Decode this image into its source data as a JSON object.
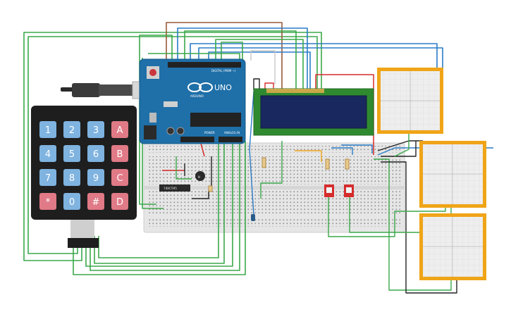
{
  "keypad": {
    "keys": [
      {
        "label": "1",
        "color": "#7fb3e0"
      },
      {
        "label": "2",
        "color": "#7fb3e0"
      },
      {
        "label": "3",
        "color": "#7fb3e0"
      },
      {
        "label": "A",
        "color": "#e07a86"
      },
      {
        "label": "4",
        "color": "#7fb3e0"
      },
      {
        "label": "5",
        "color": "#7fb3e0"
      },
      {
        "label": "6",
        "color": "#7fb3e0"
      },
      {
        "label": "B",
        "color": "#e07a86"
      },
      {
        "label": "7",
        "color": "#7fb3e0"
      },
      {
        "label": "8",
        "color": "#7fb3e0"
      },
      {
        "label": "9",
        "color": "#7fb3e0"
      },
      {
        "label": "C",
        "color": "#e07a86"
      },
      {
        "label": "*",
        "color": "#e07a86"
      },
      {
        "label": "0",
        "color": "#7fb3e0"
      },
      {
        "label": "#",
        "color": "#e07a86"
      },
      {
        "label": "D",
        "color": "#e07a86"
      }
    ]
  },
  "arduino": {
    "brand": "ARDUINO",
    "model": "UNO",
    "header_digital": "DIGITAL (PWM ~)",
    "header_power": "POWER",
    "header_analog": "ANALOG IN",
    "board_color": "#1f6fa8"
  },
  "shift_register": {
    "label": "74HC595"
  },
  "transistor": {
    "label": "N"
  },
  "colors": {
    "wire_green": "#3aa84a",
    "wire_blue": "#2a7cc7",
    "wire_red": "#d62c2c",
    "wire_black": "#222222",
    "wire_brown": "#9a5a3a",
    "monitor_frame": "#f0a418",
    "lcd_pcb": "#2f8a2f",
    "lcd_screen": "#1a2860"
  }
}
